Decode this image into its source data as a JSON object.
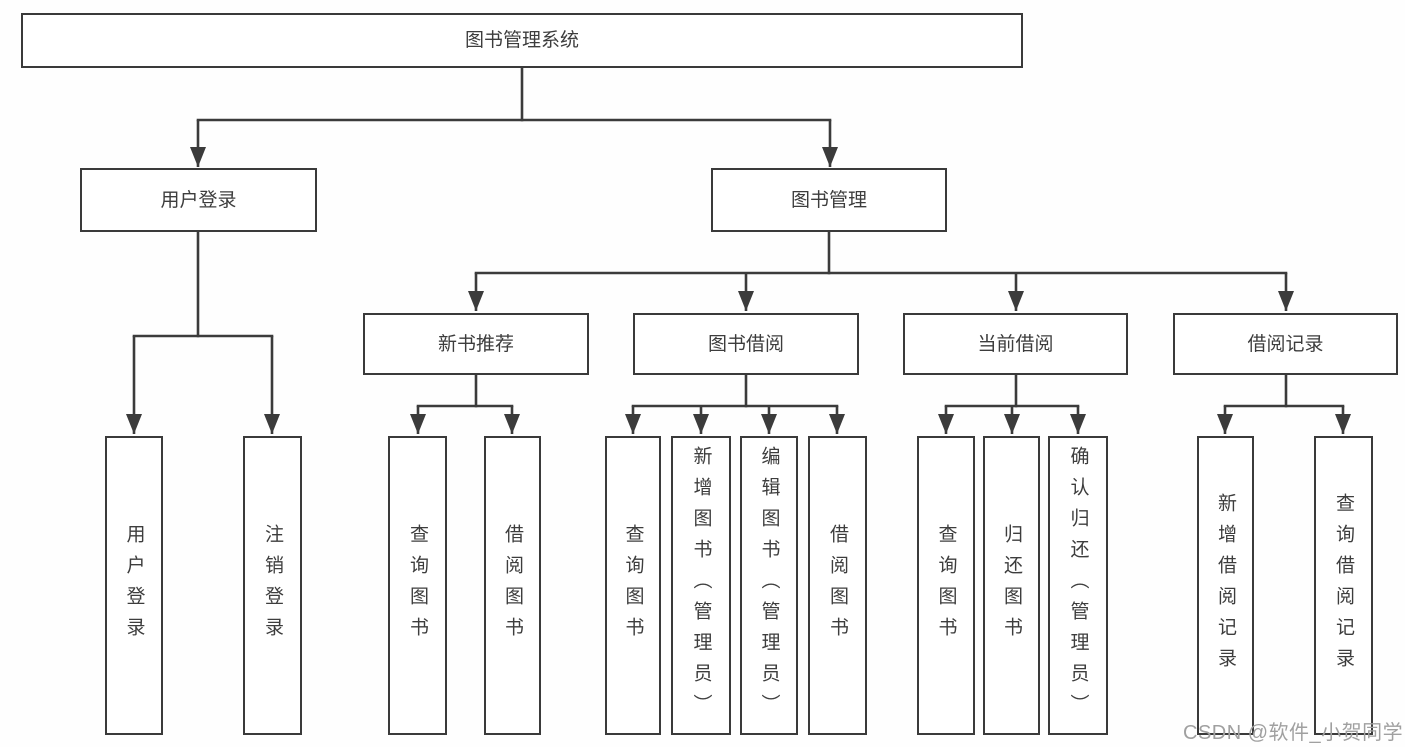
{
  "nodes": {
    "root": "图书管理系统",
    "level2": [
      "用户登录",
      "图书管理"
    ],
    "level3": [
      "新书推荐",
      "图书借阅",
      "当前借阅",
      "借阅记录"
    ],
    "login_children": [
      "用户登录",
      "注销登录"
    ],
    "recommend_children": [
      "查询图书",
      "借阅图书"
    ],
    "borrow_children": [
      "查询图书",
      "新增图书（管理员）",
      "编辑图书（管理员）",
      "借阅图书"
    ],
    "current_children": [
      "查询图书",
      "归还图书",
      "确认归还（管理员）"
    ],
    "records_children": [
      "新增借阅记录",
      "查询借阅记录"
    ]
  },
  "watermark": "CSDN @软件_小贺同学",
  "colors": {
    "line": "#3b3b3b",
    "box_border": "#3a3a3a",
    "text": "#3d3d3d",
    "watermark": "#a0a0a0",
    "background": "#fefefe"
  }
}
